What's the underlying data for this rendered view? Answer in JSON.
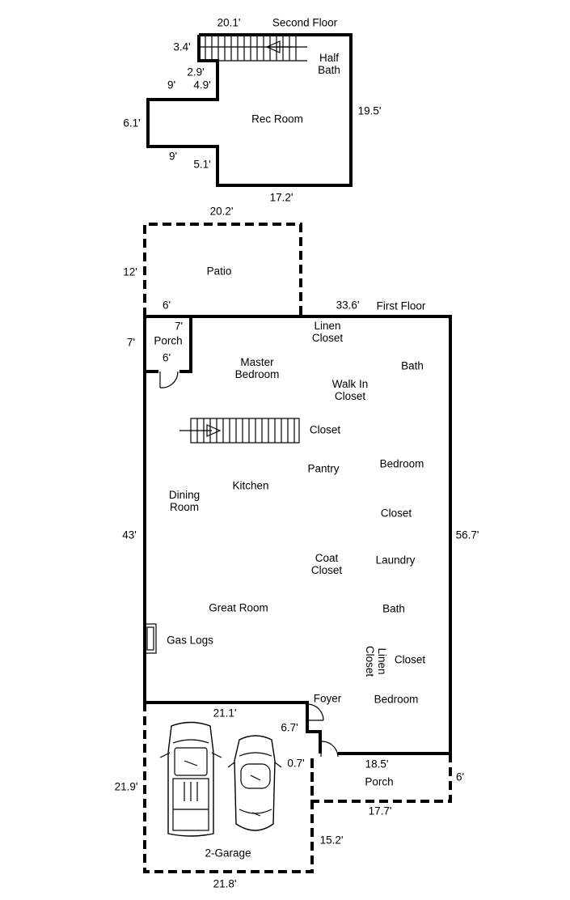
{
  "second_floor": {
    "title": "Second Floor",
    "rooms": {
      "half_bath": "Half\nBath",
      "rec_room": "Rec Room"
    },
    "dims": {
      "top": "20.1'",
      "stair_width": "3.4'",
      "step_a": "2.9'",
      "step_b": "4.9'",
      "upper_notch": "9'",
      "left_wall": "6.1'",
      "lower_notch": "9'",
      "lower_step": "5.1'",
      "right_wall": "19.5'",
      "bottom": "17.2'"
    }
  },
  "patio": {
    "name": "Patio",
    "dims": {
      "top": "20.2'",
      "left": "12'",
      "bottom": "6'"
    }
  },
  "first_floor": {
    "title": "First Floor",
    "dims": {
      "top": "33.6'",
      "left": "43'",
      "right": "56.7'",
      "porch_top": "7'",
      "porch_left": "7'",
      "porch_bottom": "6'",
      "garage_top": "21.1'",
      "garage_notch": "6.7'",
      "garage_step": "0.7'"
    },
    "rooms": {
      "porch": "Porch",
      "linen_closet_top": "Linen\nCloset",
      "master_bedroom": "Master\nBedroom",
      "bath_top": "Bath",
      "walk_in_closet": "Walk In\nCloset",
      "closet_stair": "Closet",
      "pantry": "Pantry",
      "bedroom_right": "Bedroom",
      "kitchen": "Kitchen",
      "dining_room": "Dining\nRoom",
      "closet_right": "Closet",
      "coat_closet": "Coat\nCloset",
      "laundry": "Laundry",
      "great_room": "Great Room",
      "bath_lower": "Bath",
      "gas_logs": "Gas Logs",
      "linen_closet_lower": "Linen\nCloset",
      "closet_lower": "Closet",
      "foyer": "Foyer",
      "bedroom_lower": "Bedroom"
    }
  },
  "front_porch": {
    "name": "Porch",
    "dims": {
      "top": "18.5'",
      "right": "6'",
      "bottom": "17.7'"
    }
  },
  "garage": {
    "name": "2-Garage",
    "dims": {
      "left": "21.9'",
      "right": "15.2'",
      "bottom": "21.8'"
    }
  }
}
